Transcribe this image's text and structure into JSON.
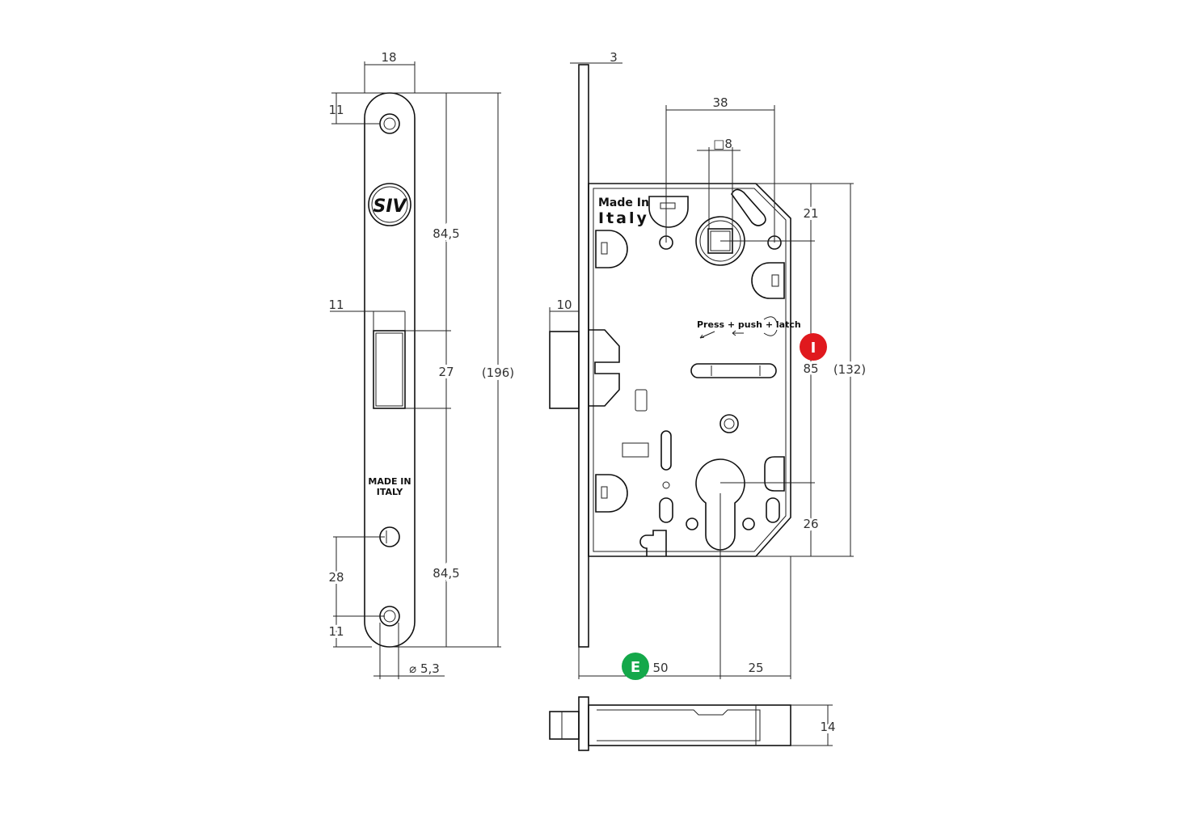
{
  "faceplate": {
    "logo": "SIV",
    "made_in": [
      "MADE IN",
      "ITALY"
    ],
    "dims": {
      "width": "18",
      "top_hole": "11",
      "upper_len": "84,5",
      "opening": "27",
      "lower_len": "84,5",
      "total": "(196)",
      "opening_offset": "11",
      "lower_hole_spacing": "28",
      "bottom_hole": "11",
      "hole_diameter": "⌀ 5,3"
    }
  },
  "lock_body": {
    "made_in": [
      "Made In",
      "Italy"
    ],
    "instruction": "Press + push + latch",
    "dims": {
      "forend": "3",
      "follower_spacing": "38",
      "square": "□8",
      "top_offset": "21",
      "center_distance": "85",
      "bottom_offset": "26",
      "height": "(132)",
      "latch_projection": "10",
      "backset": "50",
      "cylinder_offset": "25",
      "thickness": "14"
    }
  },
  "markers": {
    "red": {
      "label": "I",
      "color": "#e0191e"
    },
    "green": {
      "label": "E",
      "color": "#14a84a"
    }
  }
}
